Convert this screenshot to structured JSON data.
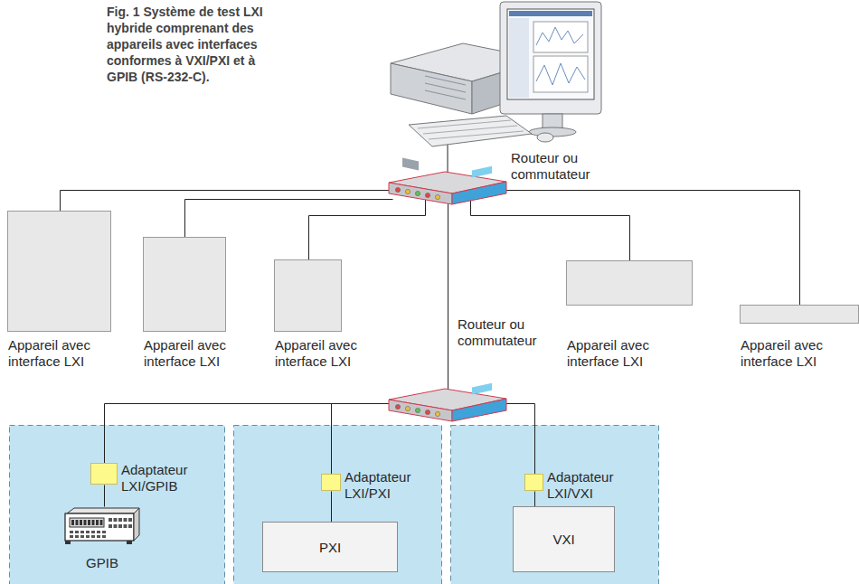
{
  "diagram": {
    "caption": "Fig. 1 Système de test LXI hybride comprenant des appareils avec interfaces conformes à VXI/PXI et à GPIB (RS-232-C).",
    "nodes": [
      {
        "text": [
          "Routeur ou commutateur"
        ]
      },
      {
        "text": [
          "Appareil avec interface LXI"
        ]
      },
      {
        "text": [
          "Appareil avec interface LXI"
        ]
      },
      {
        "text": [
          "Appareil avec interface LXI"
        ]
      },
      {
        "text": [
          "Appareil avec interface LXI"
        ]
      },
      {
        "text": [
          "Appareil avec interface LXI"
        ]
      },
      {
        "text": [
          "Routeur ou commutateur"
        ]
      },
      {
        "text": [
          "Adaptateur LXI/GPIB"
        ]
      },
      {
        "text": [
          "GPIB"
        ]
      },
      {
        "text": [
          "Adaptateur LXI/PXI"
        ]
      },
      {
        "text": [
          "PXI"
        ]
      },
      {
        "text": [
          "Adaptateur LXI/VXI"
        ]
      },
      {
        "text": [
          "VXI"
        ]
      }
    ],
    "edges": [
      {
        "from": 0,
        "to": 1,
        "arrow": "none"
      },
      {
        "from": 0,
        "to": 2,
        "arrow": "none"
      },
      {
        "from": 0,
        "to": 3,
        "arrow": "none"
      },
      {
        "from": 0,
        "to": 4,
        "arrow": "none"
      },
      {
        "from": 0,
        "to": 5,
        "arrow": "none"
      },
      {
        "from": 0,
        "to": 6,
        "arrow": "none"
      },
      {
        "from": 6,
        "to": 7,
        "arrow": "none"
      },
      {
        "from": 6,
        "to": 9,
        "arrow": "none"
      },
      {
        "from": 6,
        "to": 11,
        "arrow": "none"
      },
      {
        "from": 7,
        "to": 8,
        "arrow": "none"
      },
      {
        "from": 9,
        "to": 10,
        "arrow": "none"
      },
      {
        "from": 11,
        "to": 12,
        "arrow": "none"
      }
    ]
  }
}
